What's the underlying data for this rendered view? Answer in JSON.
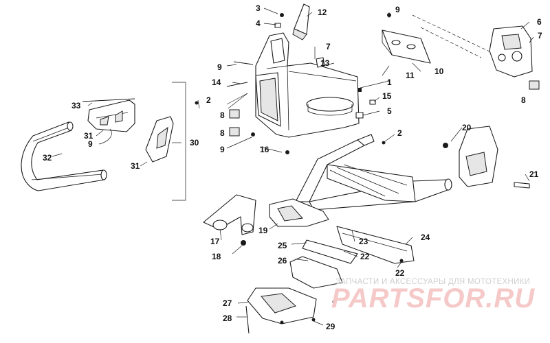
{
  "diagram": {
    "callouts": [
      "1",
      "2",
      "3",
      "4",
      "5",
      "6",
      "7",
      "8",
      "9",
      "10",
      "11",
      "12",
      "13",
      "14",
      "15",
      "16",
      "17",
      "18",
      "19",
      "20",
      "21",
      "22",
      "23",
      "24",
      "25",
      "26",
      "27",
      "28",
      "29",
      "30",
      "31",
      "32",
      "33"
    ]
  },
  "watermark": {
    "subtitle": "ЗАПЧАСТИ И АКСЕССУАРЫ ДЛЯ МОТОТЕХНИКИ",
    "logo": "PARTSFOR.RU"
  }
}
